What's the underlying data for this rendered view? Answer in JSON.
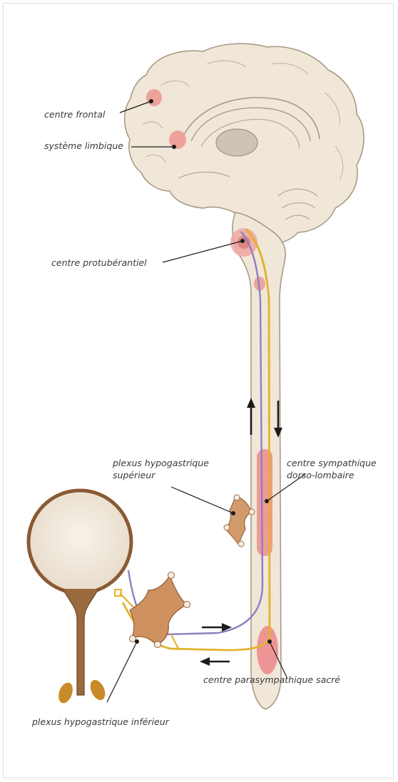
{
  "labels": {
    "centre_frontal": "centre frontal",
    "systeme_limbique": "système limbique",
    "centre_protuberantiel": "centre protubérantiel",
    "plexus_hypogastrique_superieur_line1": "plexus hypogastrique",
    "plexus_hypogastrique_superieur_line2": "supérieur",
    "centre_sympathique_line1": "centre sympathique",
    "centre_sympathique_line2": "dorso-lombaire",
    "centre_parasympathique": "centre parasympathique sacré",
    "plexus_hypogastrique_inferieur": "plexus hypogastrique inférieur"
  },
  "colors": {
    "tissue": "#f1e7d9",
    "tissue_outline": "#a79a86",
    "center_pink": "#e98c8c",
    "center_pink_dark": "#d66a6a",
    "sympathetic_yellow": "#e2b22a",
    "parasympathetic_purple": "#8d7fc0",
    "bladder_wall": "#8a5a32",
    "ganglion": "#c98a5a",
    "kidney": "#c98a2a",
    "leader_line": "#1a1a1a",
    "label_text": "#3a3a3a"
  }
}
